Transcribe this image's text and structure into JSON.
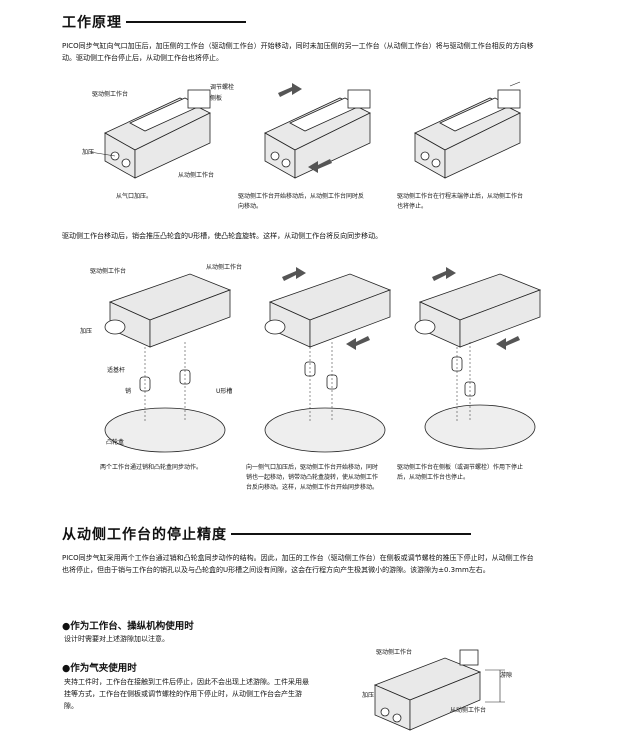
{
  "section1": {
    "title": "工作原理",
    "paragraph": "PICO同步气缸向气口加压后，加压侧的工作台（驱动侧工作台）开始移动，同时未加压侧的另一工作台（从动侧工作台）将与驱动侧工作台相反的方向移动。驱动侧工作台停止后，从动侧工作台也将停止。",
    "fig1_labels": {
      "drive_table": "驱动侧工作台",
      "adjust_bolt": "调节螺栓",
      "side_plate": "侧板",
      "pressure": "加压",
      "follow_table": "从动侧工作台"
    },
    "captions": [
      "从气口加压。",
      "驱动侧工作台开始移动后，从动侧工作台同时反向移动。",
      "驱动侧工作台在行程末端停止后，从动侧工作台也将停止。"
    ],
    "paragraph2": "驱动侧工作台移动后，销会推压凸轮盒的U形槽，使凸轮盒旋转。这样，从动侧工作台将反向同步移动。",
    "fig2_labels": {
      "drive_table": "驱动侧工作台",
      "follow_table": "从动侧工作台",
      "pressure": "加压",
      "guide_rod": "适基杆",
      "pin": "销",
      "u_slot": "U形槽",
      "cam_box": "凸轮盒"
    },
    "captions2": [
      "两个工作台通过销和凸轮盒同步动作。",
      "向一侧气口加压后，驱动侧工作台开始移动，同时销也一起移动，销带动凸轮盒旋转，使从动侧工作台反向移动。这样，从动侧工作台开始同步移动。",
      "驱动侧工作台在侧板（或调节螺栓）作用下停止后，从动侧工作台也停止。"
    ]
  },
  "section2": {
    "title": "从动侧工作台的停止精度",
    "paragraph": "PICO同步气缸采用两个工作台通过销和凸轮盒同步动作的结构。因此，加压的工作台（驱动侧工作台）在侧板或调节螺栓的推压下停止时，从动侧工作台也将停止，但由于销与工作台的销孔以及与凸轮盒的U形槽之间设有间隙，这会在行程方向产生极其微小的游隙。该游隙为±0.3mm左右。",
    "sub1": {
      "title": "●作为工作台、操纵机构使用时",
      "text": "设计时需要对上述游隙加以注意。"
    },
    "sub2": {
      "title": "●作为气夹使用时",
      "text": "夹持工件时，工作台在接触到工件后停止，因此不会出现上述游隙。工件采用悬挂等方式，工作台在侧板或调节螺栓的作用下停止时，从动侧工作台会产生游隙。"
    },
    "fig3_labels": {
      "drive_table": "驱动侧工作台",
      "pressure": "加压",
      "play": "游隙",
      "follow_table": "从动侧工作台"
    }
  }
}
